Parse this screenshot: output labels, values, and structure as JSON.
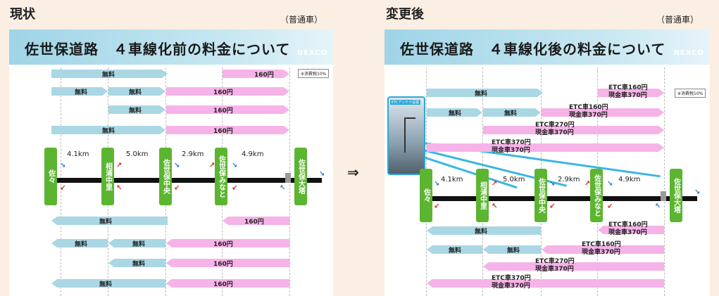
{
  "captions": {
    "before": "現状",
    "after": "変更後",
    "vehicle_class": "（普通車）"
  },
  "between_arrow": "⇒",
  "before": {
    "title": "佐世保道路　４車線化前の料金について",
    "logo": "NEXCO",
    "tax_note": "※消費税10%",
    "ics": [
      "佐々",
      "相浦中里",
      "佐世保中央",
      "佐世保みなと",
      "佐世保大塔"
    ],
    "distances": [
      "4.1km",
      "5.0km",
      "2.9km",
      "4.9km"
    ],
    "free": "無料",
    "price": "160円"
  },
  "after": {
    "title": "佐世保道路　４車線化後の料金について",
    "logo": "NEXCO",
    "tax_note": "※消費税10%",
    "photo_caption": "ETCアンテナ設置",
    "ics": [
      "佐々",
      "相浦中里",
      "佐世保中央",
      "佐世保みなと",
      "佐世保大塔"
    ],
    "distances": [
      "4.1km",
      "5.0km",
      "2.9km",
      "4.9km"
    ],
    "free": "無料",
    "fares": [
      {
        "etc": "ETC車160円",
        "cash": "現金車370円"
      },
      {
        "etc": "ETC車160円",
        "cash": "現金車370円"
      },
      {
        "etc": "ETC車270円",
        "cash": "現金車370円"
      },
      {
        "etc": "ETC車370円",
        "cash": "現金車370円"
      }
    ]
  },
  "colors": {
    "free_arrow": "#a9d7e3",
    "toll_arrow": "#f6b3e8",
    "ic_box": "#5cb531",
    "banner": "#9fd4e6"
  }
}
